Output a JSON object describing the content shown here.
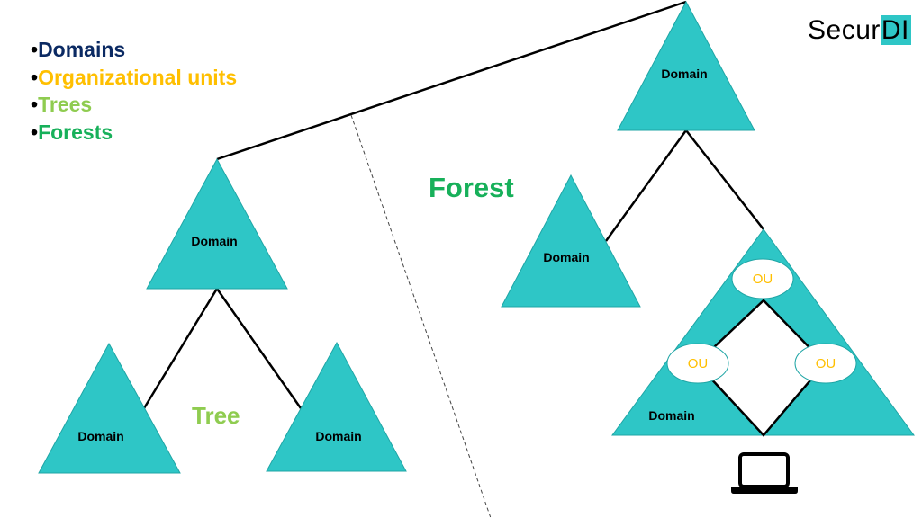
{
  "legend": {
    "items": [
      {
        "text": "Domains",
        "color": "#0b2a63"
      },
      {
        "text": "Organizational units",
        "color": "#ffbf00"
      },
      {
        "text": "Trees",
        "color": "#8fcc50"
      },
      {
        "text": "Forests",
        "color": "#17b05a"
      }
    ],
    "bullet": "•"
  },
  "logo": {
    "part1": "Secur",
    "part2": "DI"
  },
  "labels": {
    "forest": "Forest",
    "tree": "Tree",
    "domain": "Domain",
    "ou": "OU"
  },
  "colors": {
    "triangle_fill": "#2ec6c6",
    "triangle_stroke": "#1fa5a5",
    "line": "#000000",
    "ou_fill": "#ffffff",
    "ou_text": "#ffbf00",
    "forest_text": "#17b05a",
    "tree_text": "#8fcc50"
  },
  "icons": [
    "laptop-icon"
  ]
}
